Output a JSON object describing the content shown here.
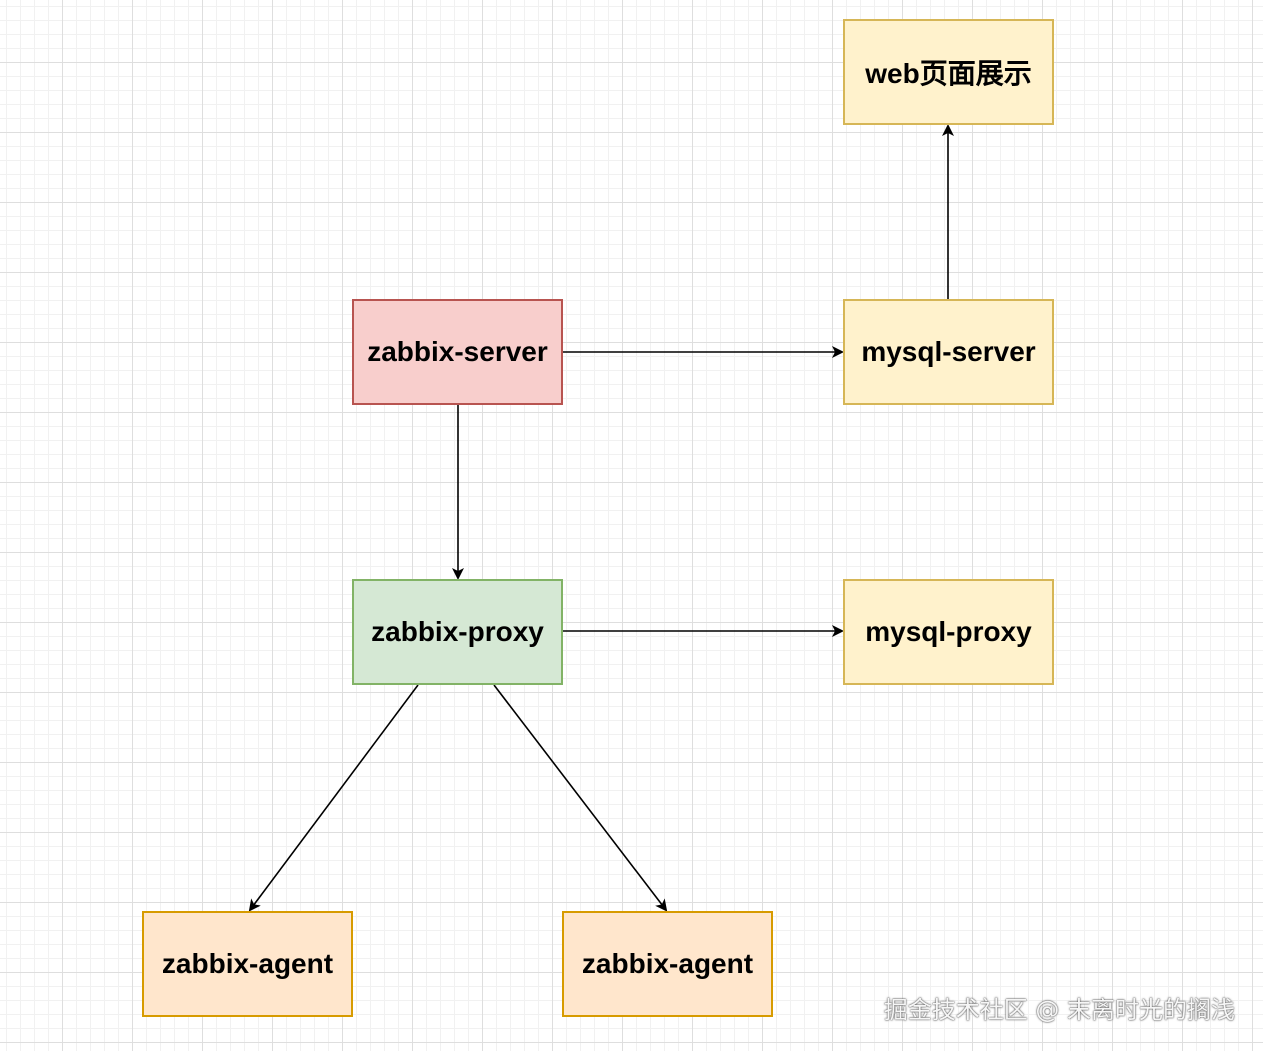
{
  "nodes": {
    "web": "web页面展示",
    "zabbix_server": "zabbix-server",
    "mysql_server": "mysql-server",
    "zabbix_proxy": "zabbix-proxy",
    "mysql_proxy": "mysql-proxy",
    "agent_1": "zabbix-agent",
    "agent_2": "zabbix-agent"
  },
  "edges": [
    {
      "from": "zabbix_server",
      "to": "mysql_server"
    },
    {
      "from": "mysql_server",
      "to": "web"
    },
    {
      "from": "zabbix_server",
      "to": "zabbix_proxy"
    },
    {
      "from": "zabbix_proxy",
      "to": "mysql_proxy"
    },
    {
      "from": "zabbix_proxy",
      "to": "agent_1"
    },
    {
      "from": "zabbix_proxy",
      "to": "agent_2"
    }
  ],
  "colors": {
    "yellow_fill": "#fff2cc",
    "red_fill": "#f8cecc",
    "green_fill": "#d5e8d4",
    "orange_fill": "#ffe6cc",
    "edge": "#000000"
  },
  "watermark": "掘金技术社区 @ 末离时光的搁浅"
}
